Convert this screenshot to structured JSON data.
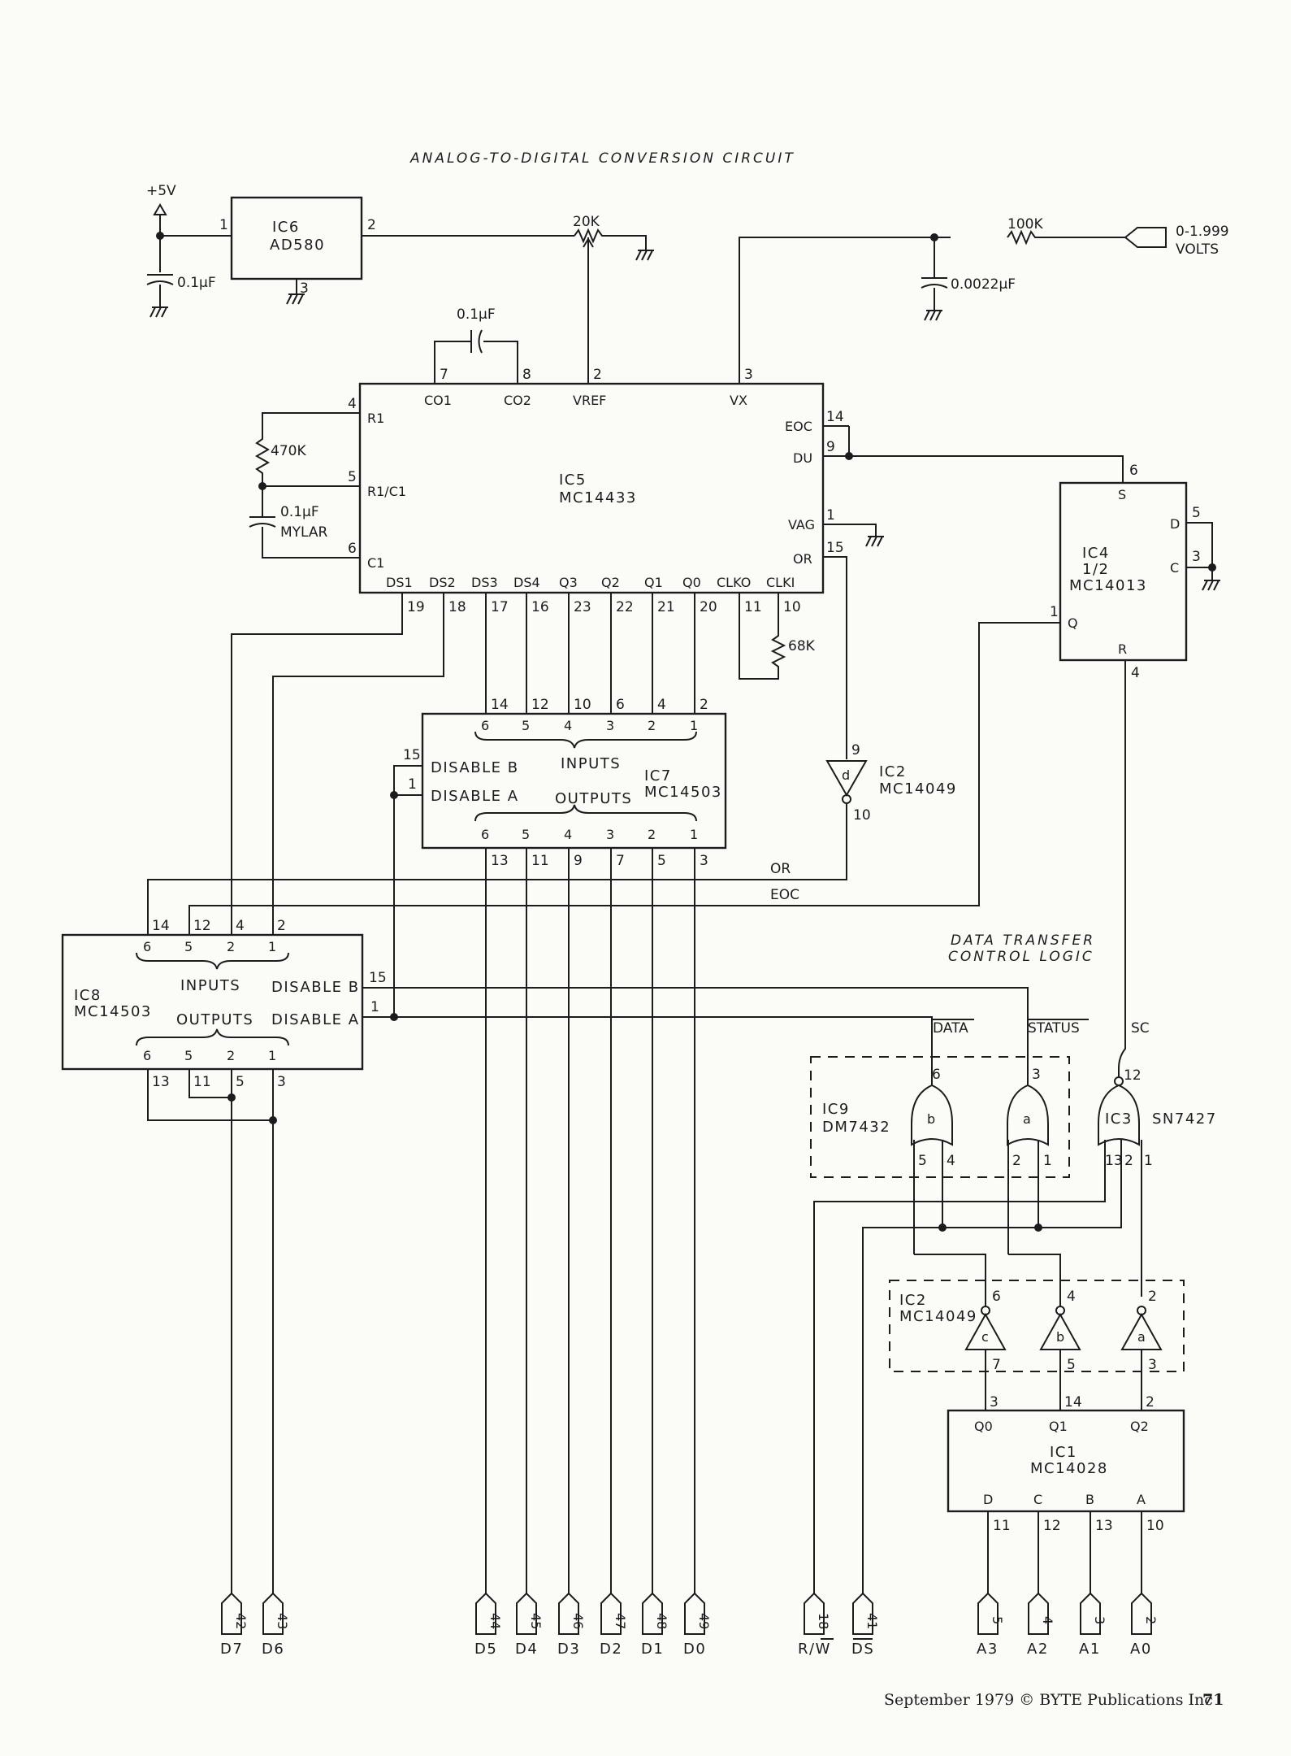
{
  "title": "ANALOG-TO-DIGITAL CONVERSION CIRCUIT",
  "section_title_1": "DATA TRANSFER",
  "section_title_2": "CONTROL LOGIC",
  "supply": "+5V",
  "ic6": {
    "ref": "IC6",
    "part": "AD580",
    "pins": {
      "in": "1",
      "out": "2",
      "gnd": "3"
    }
  },
  "c_supply": "0.1µF",
  "pot": "20K",
  "r_in": "100K",
  "input_label_1": "0-1.999",
  "input_label_2": "VOLTS",
  "c_in": "0.0022µF",
  "c_int": "0.1µF",
  "r_int": "470K",
  "c_mylar_1": "0.1µF",
  "c_mylar_2": "MYLAR",
  "r_clk": "68K",
  "ic5": {
    "ref": "IC5",
    "part": "MC14433",
    "top_labels": [
      "CO1",
      "CO2",
      "VREF",
      "VX"
    ],
    "top_pins": [
      "7",
      "8",
      "2",
      "3"
    ],
    "left_labels": [
      "R1",
      "R1/C1",
      "C1"
    ],
    "left_pins": [
      "4",
      "5",
      "6"
    ],
    "right_labels": [
      "EOC",
      "DU",
      "VAG",
      "OR"
    ],
    "right_pins": [
      "14",
      "9",
      "1",
      "15"
    ],
    "bottom_labels": [
      "DS1",
      "DS2",
      "DS3",
      "DS4",
      "Q3",
      "Q2",
      "Q1",
      "Q0",
      "CLKO",
      "CLKI"
    ],
    "bottom_pins": [
      "19",
      "18",
      "17",
      "16",
      "23",
      "22",
      "21",
      "20",
      "11",
      "10"
    ]
  },
  "ic7": {
    "ref": "IC7",
    "part": "MC14503",
    "in_pins": [
      "14",
      "12",
      "10",
      "6",
      "4",
      "2"
    ],
    "in_nums": [
      "6",
      "5",
      "4",
      "3",
      "2",
      "1"
    ],
    "out_nums": [
      "6",
      "5",
      "4",
      "3",
      "2",
      "1"
    ],
    "out_pins": [
      "13",
      "11",
      "9",
      "7",
      "5",
      "3"
    ],
    "label_inputs": "INPUTS",
    "label_outputs": "OUTPUTS",
    "disable_b": "DISABLE B",
    "disable_a": "DISABLE A",
    "disable_b_pin": "15",
    "disable_a_pin": "1"
  },
  "ic8": {
    "ref": "IC8",
    "part": "MC14503",
    "in_pins": [
      "14",
      "12",
      "4",
      "2"
    ],
    "in_nums": [
      "6",
      "5",
      "2",
      "1"
    ],
    "out_nums": [
      "6",
      "5",
      "2",
      "1"
    ],
    "out_pins": [
      "13",
      "11",
      "5",
      "3"
    ],
    "label_inputs": "INPUTS",
    "label_outputs": "OUTPUTS",
    "disable_b": "DISABLE B",
    "disable_a": "DISABLE A",
    "disable_b_pin": "15",
    "disable_a_pin": "1"
  },
  "ic4": {
    "ref": "IC4",
    "frac": "1/2",
    "part": "MC14013",
    "pins": {
      "s": "6",
      "d": "5",
      "c": "3",
      "q": "1",
      "r": "4"
    },
    "labels": {
      "s": "S",
      "d": "D",
      "c": "C",
      "q": "Q",
      "r": "R"
    }
  },
  "ic2d": {
    "ref": "IC2",
    "part": "MC14049",
    "gate": "d",
    "in": "9",
    "out": "10"
  },
  "signals": {
    "or": "OR",
    "eoc": "EOC",
    "data": "DATA",
    "status": "STATUS",
    "sc": "SC"
  },
  "ic9": {
    "ref": "IC9",
    "part": "DM7432",
    "gate_b": "b",
    "gate_a": "a",
    "b_out": "6",
    "b_in": [
      "5",
      "4"
    ],
    "a_out": "3",
    "a_in": [
      "2",
      "1"
    ]
  },
  "ic3": {
    "ref": "IC3",
    "part": "SN7427",
    "out": "12",
    "ins": [
      "13",
      "2",
      "1"
    ]
  },
  "ic2abc": {
    "ref": "IC2",
    "part": "MC14049",
    "gates": [
      {
        "g": "c",
        "in": "6",
        "out": "7"
      },
      {
        "g": "b",
        "in": "4",
        "out": "5"
      },
      {
        "g": "a",
        "in": "2",
        "out": "3"
      }
    ]
  },
  "ic1": {
    "ref": "IC1",
    "part": "MC14028",
    "outs": [
      "Q0",
      "Q1",
      "Q2"
    ],
    "out_pins": [
      "3",
      "14",
      "2"
    ],
    "ins": [
      "D",
      "C",
      "B",
      "A"
    ],
    "in_pins": [
      "11",
      "12",
      "13",
      "10"
    ]
  },
  "connectors": [
    {
      "pin": "42",
      "label": "D7"
    },
    {
      "pin": "43",
      "label": "D6"
    },
    {
      "pin": "44",
      "label": "D5"
    },
    {
      "pin": "45",
      "label": "D4"
    },
    {
      "pin": "46",
      "label": "D3"
    },
    {
      "pin": "47",
      "label": "D2"
    },
    {
      "pin": "48",
      "label": "D1"
    },
    {
      "pin": "49",
      "label": "D0"
    },
    {
      "pin": "18",
      "label": "R/W"
    },
    {
      "pin": "41",
      "label": "DS"
    },
    {
      "pin": "5",
      "label": "A3"
    },
    {
      "pin": "4",
      "label": "A2"
    },
    {
      "pin": "3",
      "label": "A1"
    },
    {
      "pin": "2",
      "label": "A0"
    }
  ],
  "footer": "September 1979 © BYTE Publications Inc",
  "page_number": "71"
}
